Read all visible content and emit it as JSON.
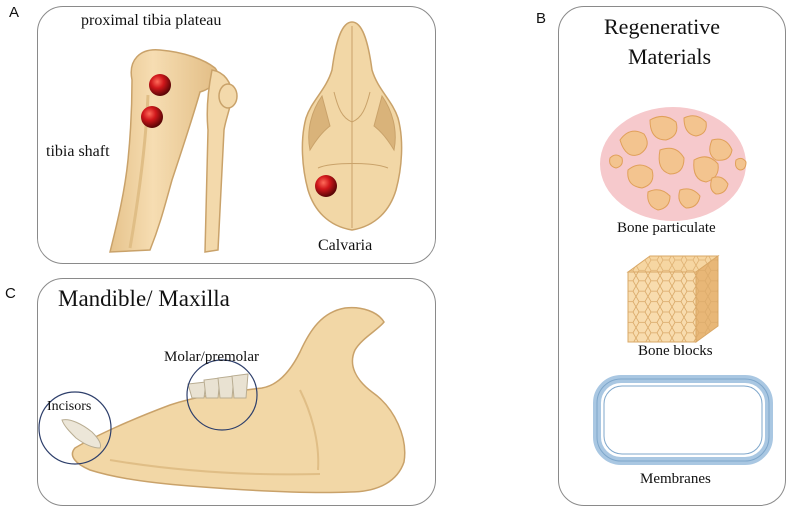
{
  "panel_labels": {
    "a": "A",
    "b": "B",
    "c": "C"
  },
  "panel_a": {
    "labels": {
      "proximal": "proximal tibia plateau",
      "shaft": "tibia shaft",
      "calvaria": "Calvaria"
    }
  },
  "panel_b": {
    "title_line1": "Regenerative",
    "title_line2": "Materials",
    "items": [
      "Bone particulate",
      "Bone blocks",
      "Membranes"
    ]
  },
  "panel_c": {
    "title": "Mandible/ Maxilla",
    "labels": {
      "molar": "Molar/premolar",
      "incisors": "Incisors"
    }
  },
  "colors": {
    "bone": "#f2d7a6",
    "bone_edge": "#c9a26a",
    "defect": "#c8161a",
    "circle": "#2e3f6b",
    "particulate_bg": "#f6c9cc",
    "membrane": "#a9c7e2"
  }
}
